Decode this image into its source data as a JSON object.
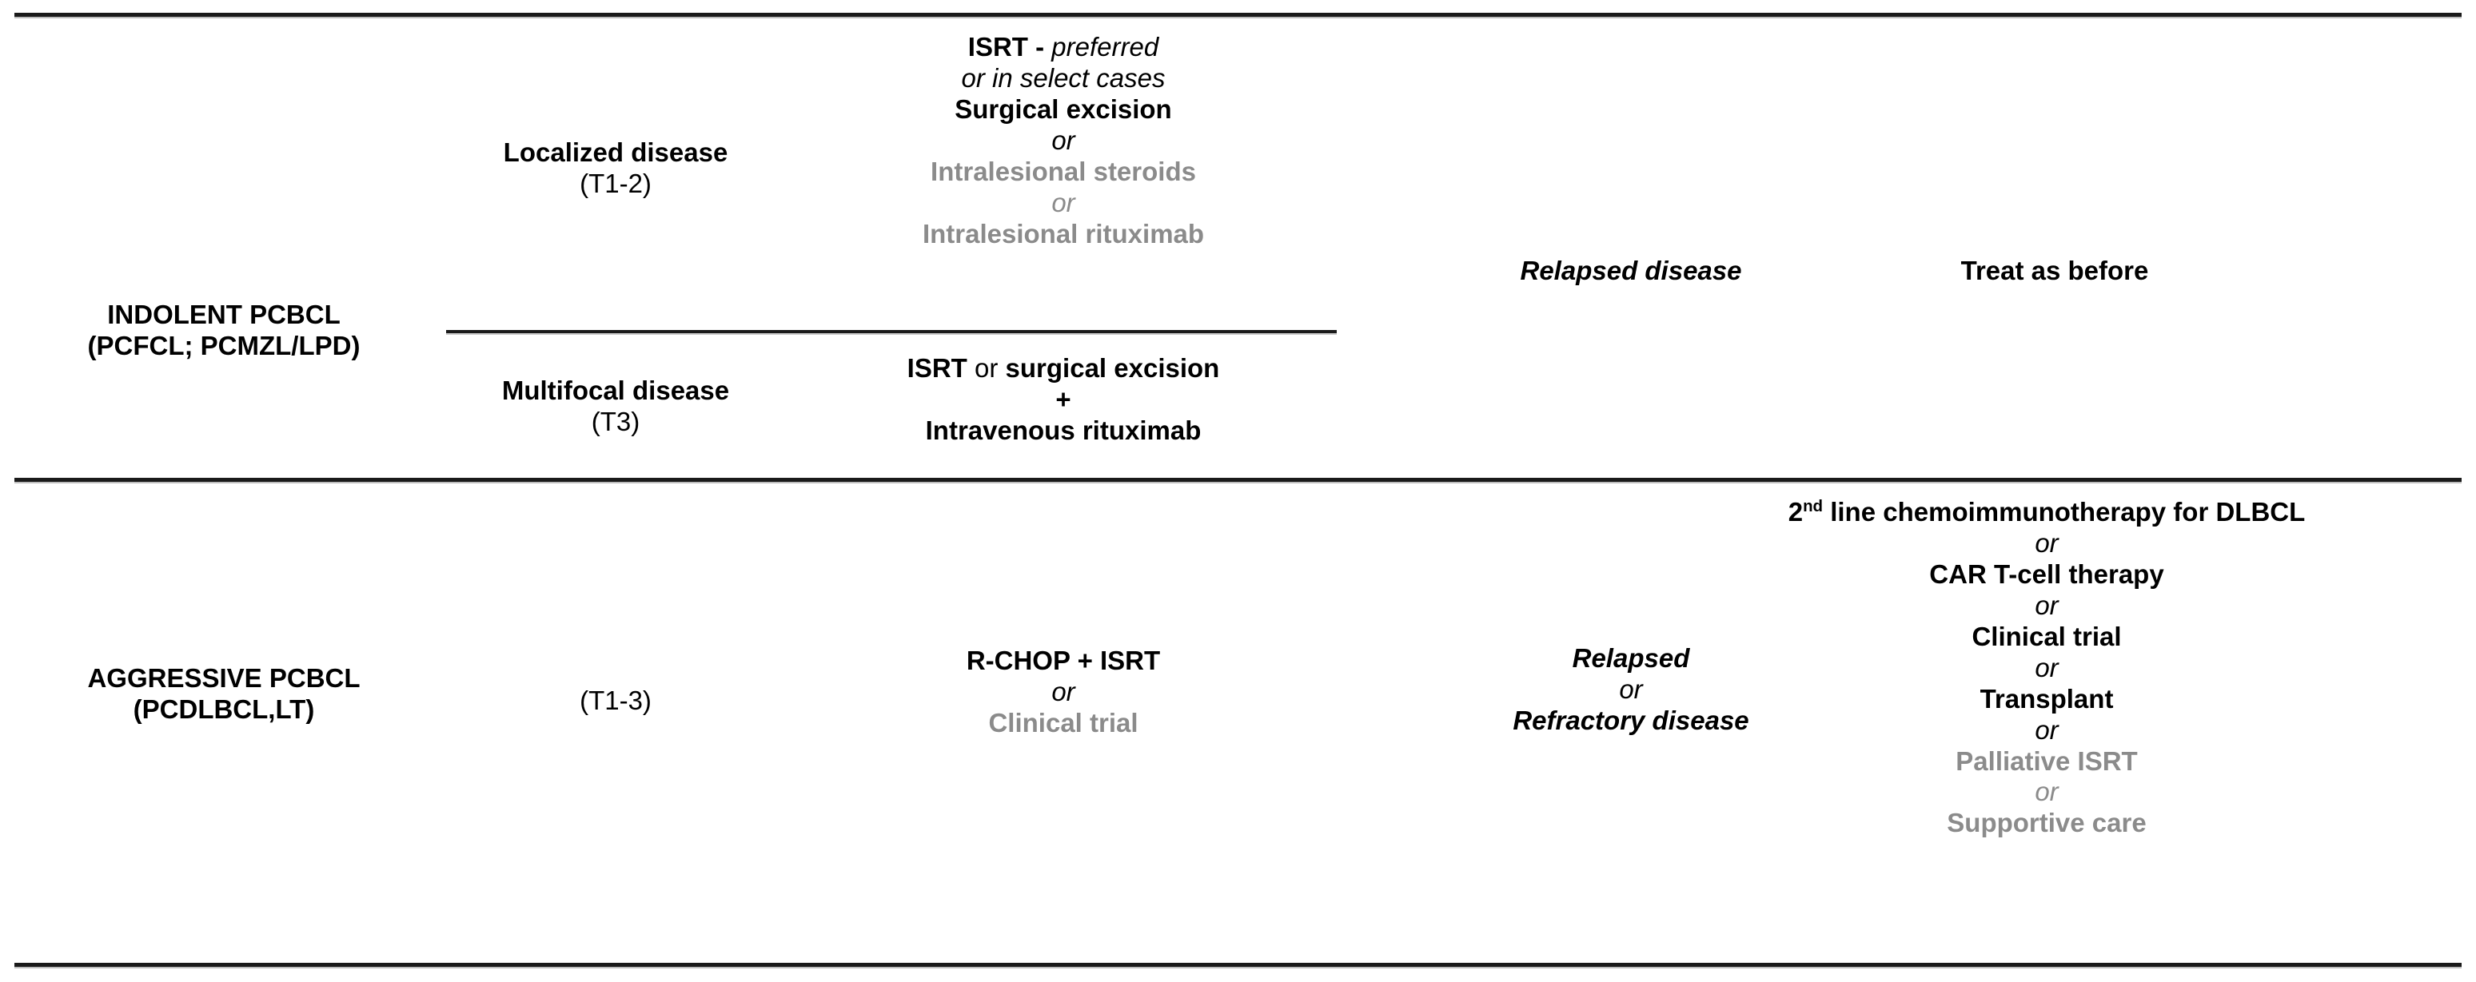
{
  "figure": {
    "title": "PCBCL treatment algorithm table",
    "colors": {
      "text": "#000000",
      "deemphasized": "#8b8b8b",
      "rule": "#1a1a1a",
      "background": "#ffffff"
    }
  },
  "rows": [
    {
      "id": "indolent",
      "entity": {
        "name": "INDOLENT PCBCL",
        "subtypes": "(PCFCL; PCMZL/LPD)"
      },
      "subrows": [
        {
          "id": "localized",
          "stage": {
            "label": "Localized disease",
            "tnm": "(T1-2)"
          },
          "treatment_lines": [
            {
              "text": "ISRT -",
              "style": "bold",
              "inline_suffix": "preferred",
              "suffix_style": "italic"
            },
            {
              "text": "or in select cases",
              "style": "italic"
            },
            {
              "text": "Surgical excision",
              "style": "bold"
            },
            {
              "text": "or",
              "style": "italic"
            },
            {
              "text": "Intralesional steroids",
              "style": "bold-gray"
            },
            {
              "text": "or",
              "style": "italic-gray"
            },
            {
              "text": "Intralesional rituximab",
              "style": "bold-gray"
            }
          ]
        },
        {
          "id": "multifocal",
          "stage": {
            "label": "Multifocal disease",
            "tnm": "(T3)"
          },
          "treatment_lines": [
            {
              "text": "ISRT",
              "style": "bold",
              "inline_suffix": "or",
              "suffix_style": "regular",
              "inline_suffix_2": "surgical excision",
              "suffix_2_style": "bold"
            },
            {
              "text": "+",
              "style": "bold"
            },
            {
              "text": "Intravenous rituximab",
              "style": "bold"
            }
          ]
        }
      ],
      "relapse": [
        {
          "text": "Relapsed disease",
          "style": "bold-italic"
        }
      ],
      "salvage": [
        {
          "text": "Treat as before",
          "style": "bold"
        }
      ]
    },
    {
      "id": "aggressive",
      "entity": {
        "name": "AGGRESSIVE PCBCL",
        "subtypes": "(PCDLBCL,LT)"
      },
      "subrows": [
        {
          "id": "aggressive-all",
          "stage": {
            "label": "",
            "tnm": "(T1-3)"
          },
          "treatment_lines": [
            {
              "text": "R-CHOP + ISRT",
              "style": "bold"
            },
            {
              "text": "or",
              "style": "italic"
            },
            {
              "text": "Clinical trial",
              "style": "bold-gray"
            }
          ]
        }
      ],
      "relapse": [
        {
          "text": "Relapsed",
          "style": "bold-italic"
        },
        {
          "text": "or",
          "style": "italic"
        },
        {
          "text": "Refractory disease",
          "style": "bold-italic"
        }
      ],
      "salvage": [
        {
          "text": "2nd line chemoimmunotherapy for DLBCL",
          "style": "bold",
          "superscript": "nd",
          "base": "2",
          "rest": " line chemoimmunotherapy for DLBCL"
        },
        {
          "text": "or",
          "style": "italic"
        },
        {
          "text": "CAR T-cell therapy",
          "style": "bold"
        },
        {
          "text": "or",
          "style": "italic"
        },
        {
          "text": "Clinical trial",
          "style": "bold"
        },
        {
          "text": "or",
          "style": "italic"
        },
        {
          "text": "Transplant",
          "style": "bold"
        },
        {
          "text": "or",
          "style": "italic"
        },
        {
          "text": "Palliative ISRT",
          "style": "bold-gray"
        },
        {
          "text": "or",
          "style": "italic-gray"
        },
        {
          "text": "Supportive care",
          "style": "bold-gray"
        }
      ]
    }
  ]
}
